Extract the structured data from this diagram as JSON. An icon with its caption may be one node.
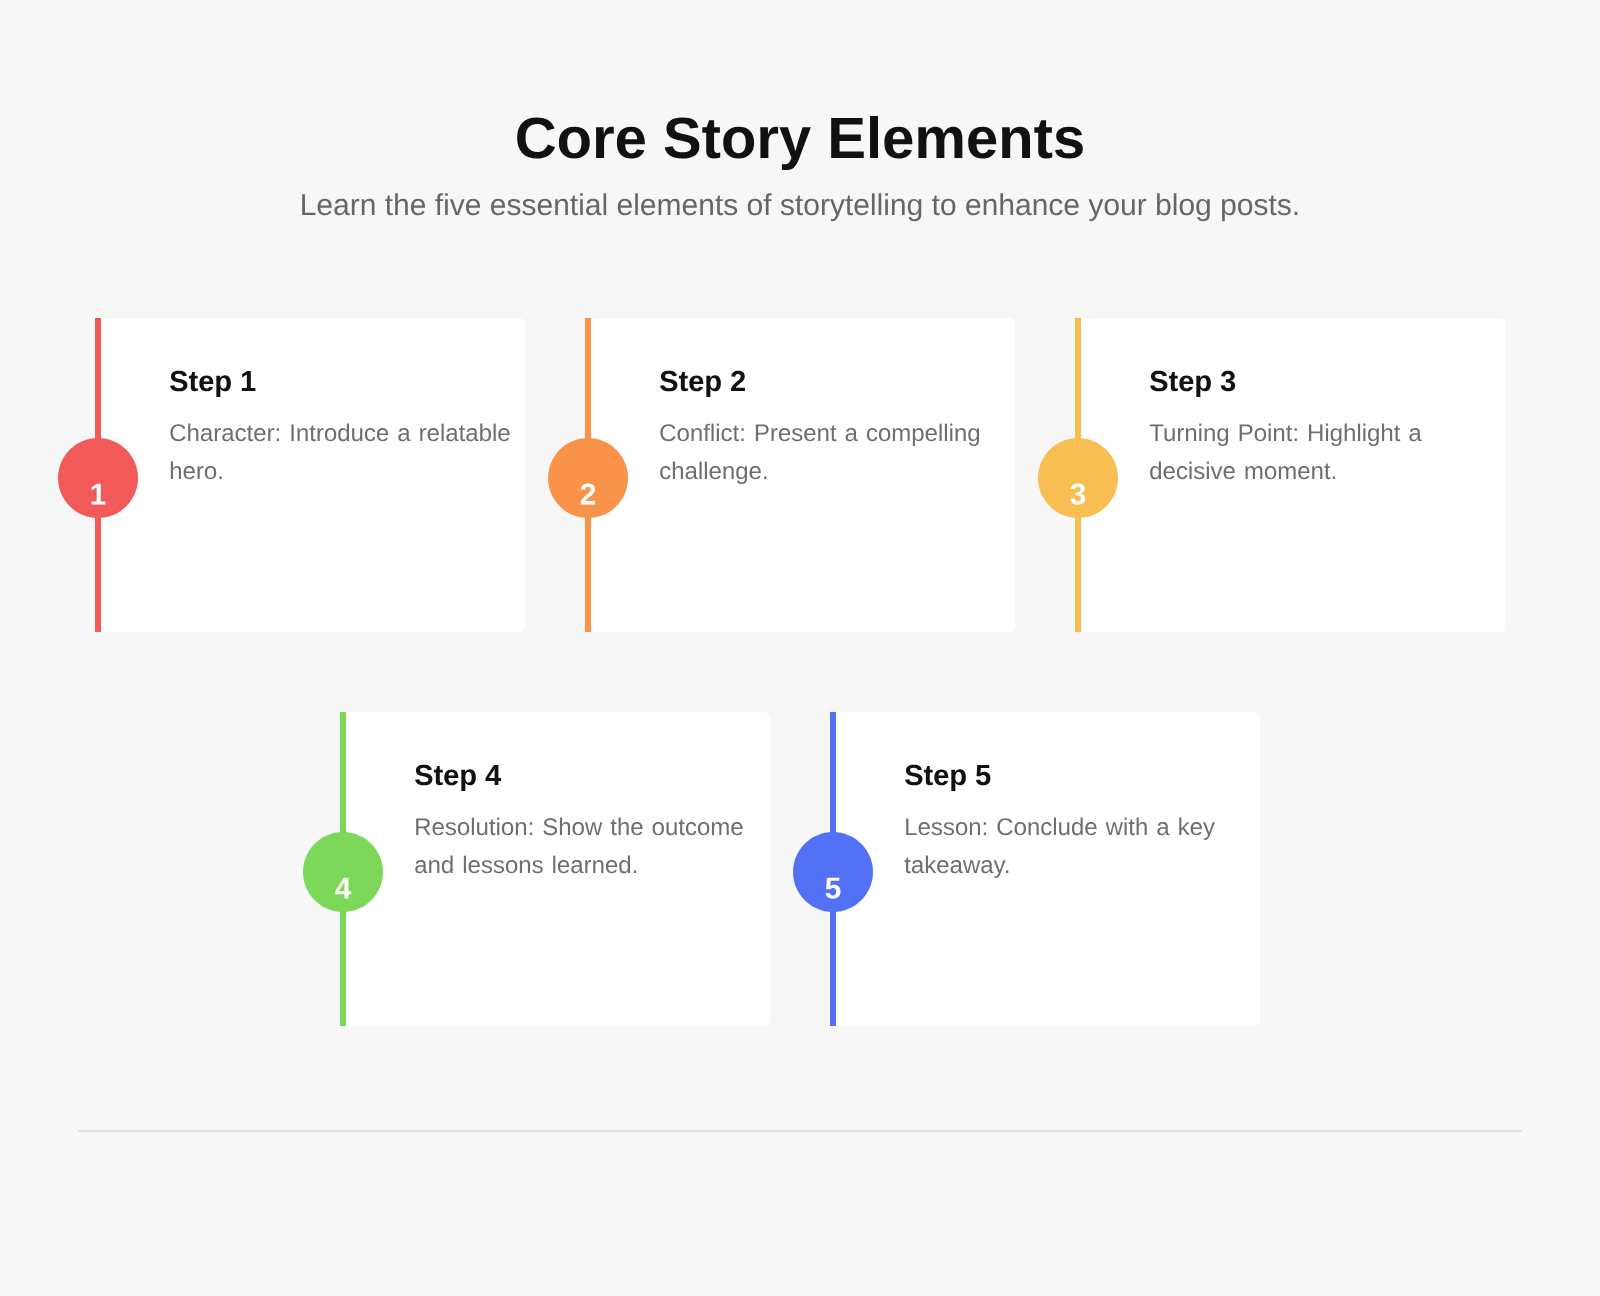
{
  "diagram": {
    "title": "Core Story Elements",
    "nodes": [
      {
        "text": [
          "1"
        ]
      },
      {
        "text": [
          "Step 1",
          "Character: Introduce a relatable hero."
        ]
      },
      {
        "text": [
          "2"
        ]
      },
      {
        "text": [
          "Step 2",
          "Conflict: Present a compelling challenge."
        ]
      },
      {
        "text": [
          "3"
        ]
      },
      {
        "text": [
          "Step 3",
          "Turning Point: Highlight a decisive moment."
        ]
      },
      {
        "text": [
          "4"
        ]
      },
      {
        "text": [
          "Step 4",
          "Resolution: Show the outcome and lessons learned."
        ]
      },
      {
        "text": [
          "5"
        ]
      },
      {
        "text": [
          "Step 5",
          "Lesson: Conclude with a key takeaway."
        ]
      }
    ],
    "labels": [
      "Learn the five essential elements of storytelling to enhance your blog posts."
    ]
  }
}
